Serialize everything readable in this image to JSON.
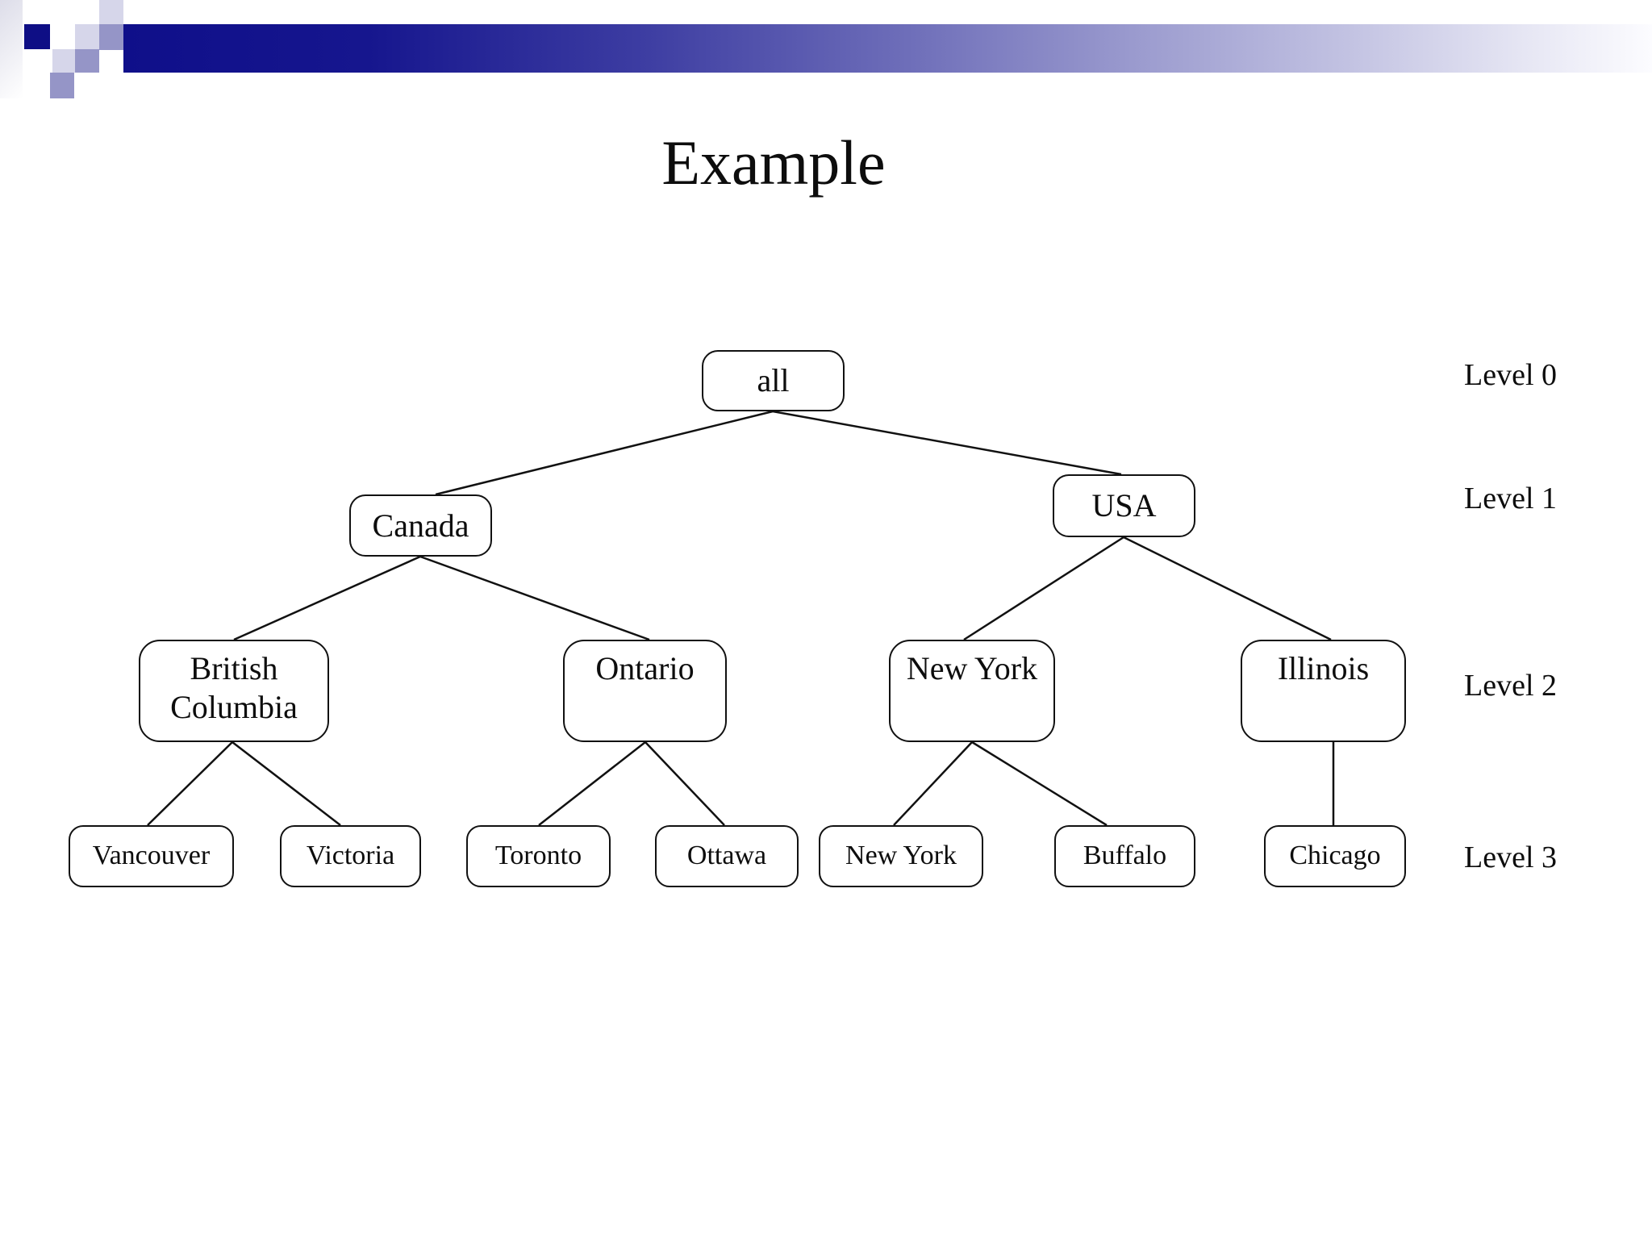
{
  "colors": {
    "bar_dark": "#0f0f8a",
    "bar_light": "#fcfcff",
    "square_navy": "#0e0e85",
    "square_medium": "#9595c7",
    "square_light": "#d6d6ea",
    "text": "#0d0d0d"
  },
  "title": "Example",
  "level_labels": [
    "Level 0",
    "Level 1",
    "Level 2",
    "Level 3"
  ],
  "tree": {
    "nodes": {
      "all": "all",
      "canada": "Canada",
      "usa": "USA",
      "british_columbia": "British Columbia",
      "ontario": "Ontario",
      "new_york_state": "New York",
      "illinois": "Illinois",
      "vancouver": "Vancouver",
      "victoria": "Victoria",
      "toronto": "Toronto",
      "ottawa": "Ottawa",
      "new_york_city": "New York",
      "buffalo": "Buffalo",
      "chicago": "Chicago"
    },
    "hierarchy": {
      "all": {
        "Canada": {
          "British Columbia": [
            "Vancouver",
            "Victoria"
          ],
          "Ontario": [
            "Toronto",
            "Ottawa"
          ]
        },
        "USA": {
          "New York": [
            "New York",
            "Buffalo"
          ],
          "Illinois": [
            "Chicago"
          ]
        }
      }
    }
  }
}
